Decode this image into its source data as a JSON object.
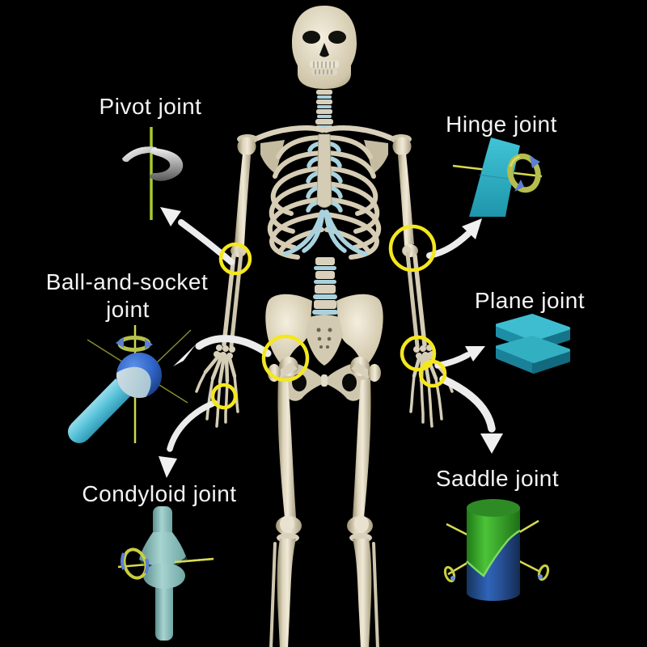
{
  "diagram": {
    "subject": "Types of synovial joints on a human skeleton",
    "background_color": "#000000"
  },
  "joints": [
    {
      "label": "Pivot joint",
      "icon": "pivot-joint-icon",
      "marker": "left-elbow"
    },
    {
      "label": "Hinge joint",
      "icon": "hinge-joint-icon",
      "marker": "right-elbow"
    },
    {
      "label": "Ball-and-socket joint",
      "lines": [
        "Ball-and-socket",
        "joint"
      ],
      "icon": "ball-and-socket-joint-icon",
      "marker": "hip"
    },
    {
      "label": "Plane joint",
      "icon": "plane-joint-icon",
      "marker": "wrist"
    },
    {
      "label": "Condyloid joint",
      "icon": "condyloid-joint-icon",
      "marker": "knuckle"
    },
    {
      "label": "Saddle joint",
      "icon": "saddle-joint-icon",
      "marker": "thumb-base"
    }
  ],
  "colors": {
    "label_text": "#f4f4f4",
    "marker_circle_yellow": "#f4e71e",
    "arrow_white": "#ececec",
    "bone": "#d9d1bb",
    "cartilage_blue": "#a9d2de",
    "joint_teal": "#2fafc4",
    "joint_muted_teal": "#8fc3c3",
    "axis_yellow_green": "#c9cf3e",
    "rotation_ring_olive": "#b5bd4e",
    "rotation_arrow_blue": "#5b7fd6",
    "ball_blue": "#2f63c6",
    "socket_light_blue": "#c3d6de",
    "saddle_green": "#3aa52c",
    "saddle_blue": "#2f64b8",
    "pivot_gray": "#b9b9b9"
  }
}
